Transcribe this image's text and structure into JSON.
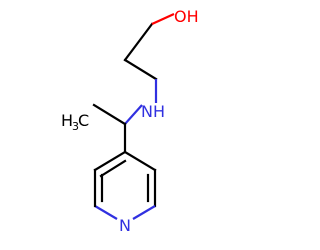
{
  "molecule": {
    "labels": {
      "oh": "OH",
      "nh": "NH",
      "methyl_h": "H",
      "methyl_sub": "3",
      "methyl_c": "C",
      "pyridine_n": "N"
    },
    "colors": {
      "carbon": "#000000",
      "nitrogen": "#3030e0",
      "oxygen": "#ff0000"
    }
  }
}
